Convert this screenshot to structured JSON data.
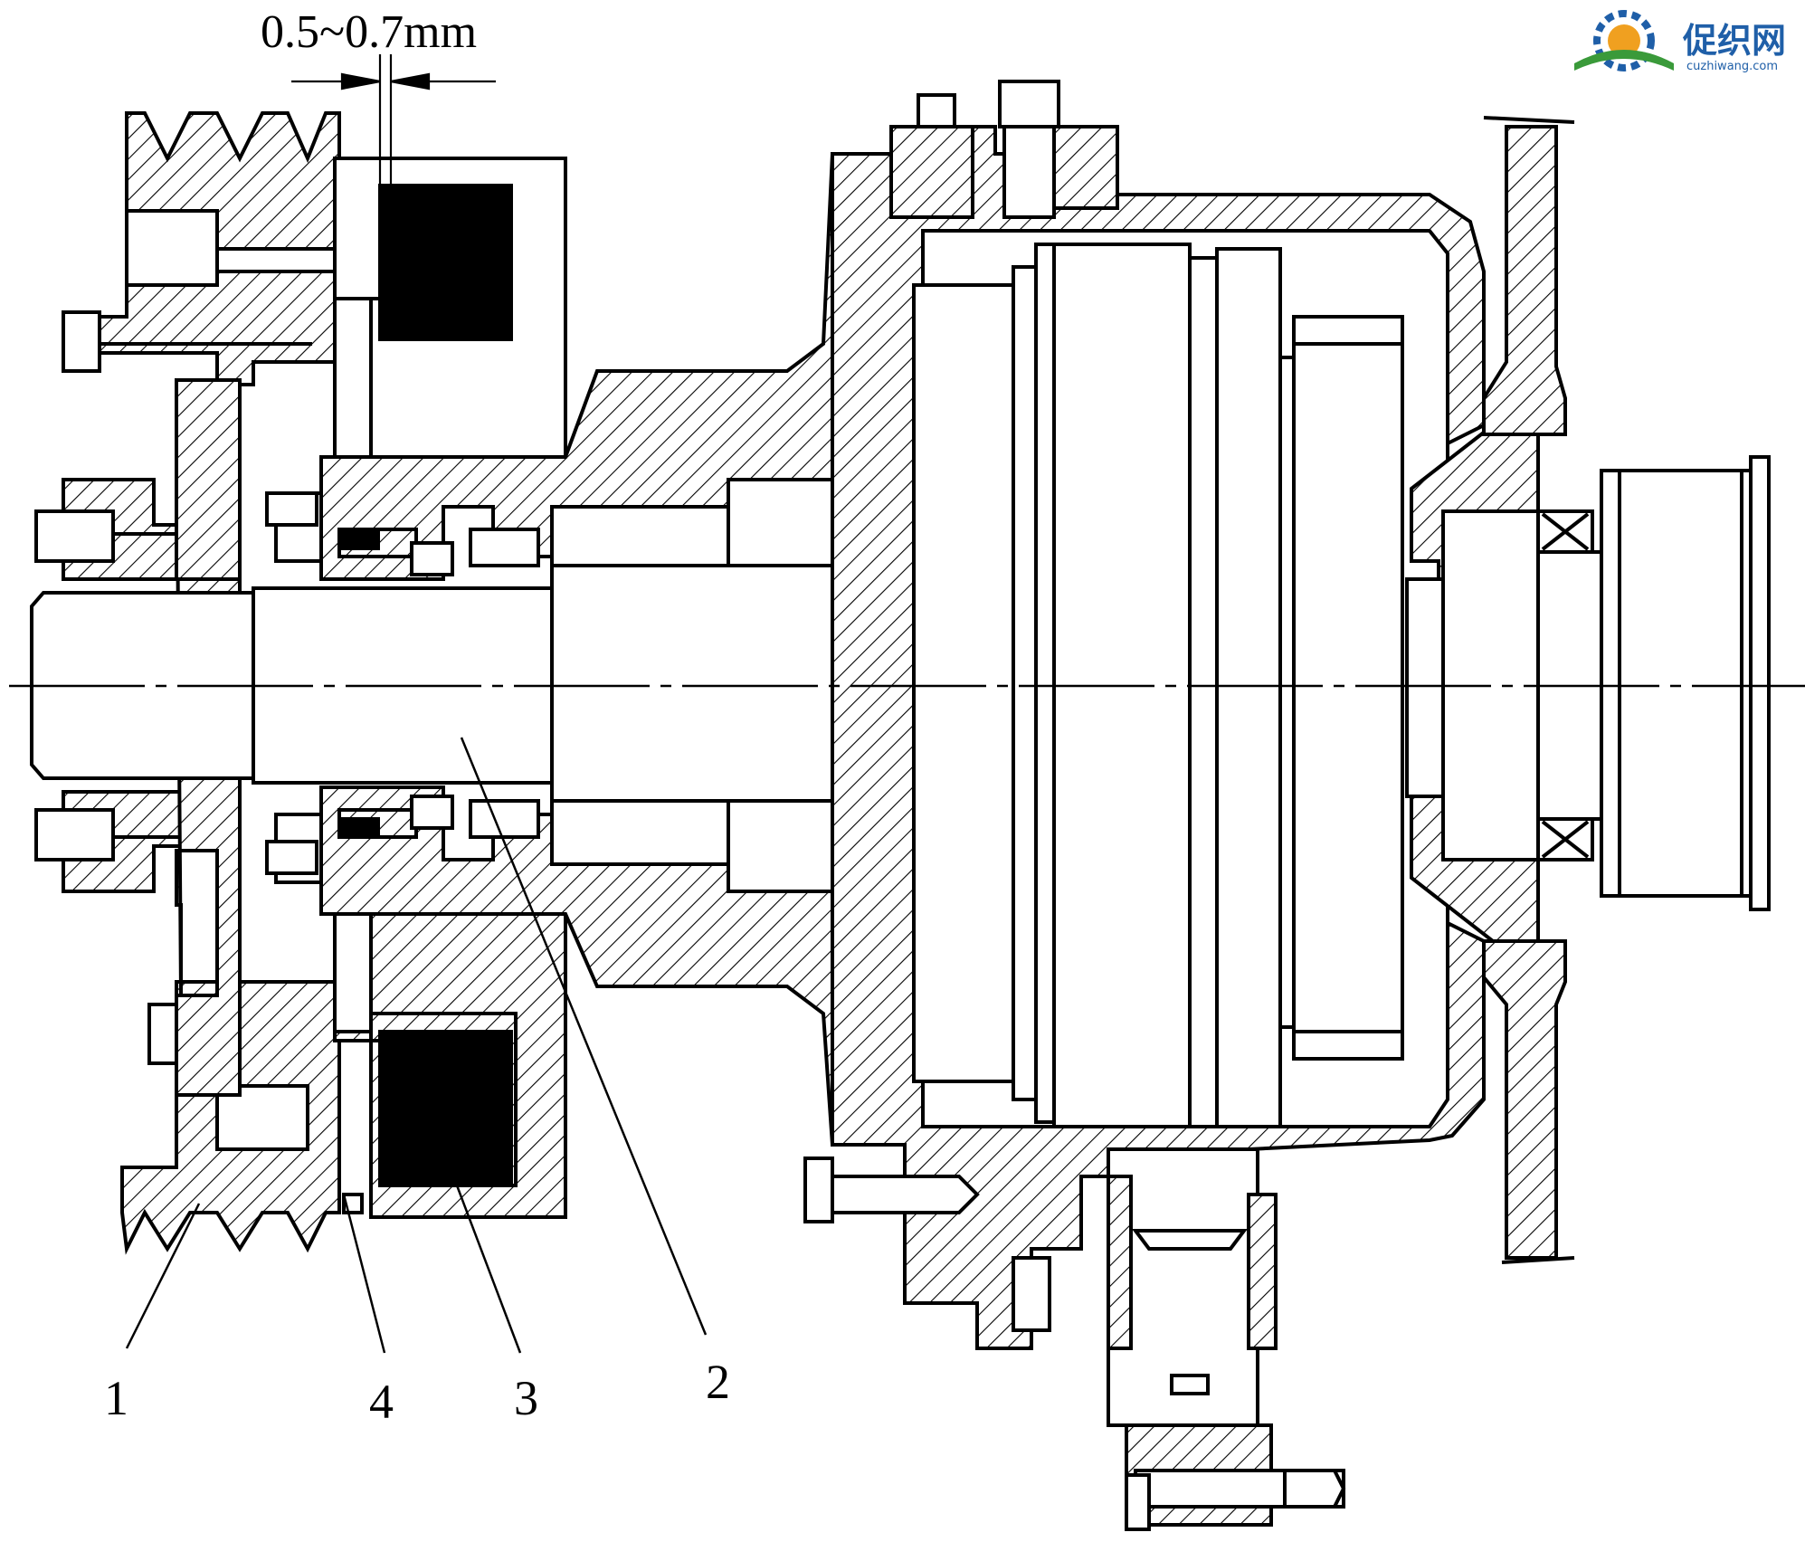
{
  "dimension": {
    "text": "0.5~0.7mm"
  },
  "callouts": [
    {
      "id": "1",
      "text": "1"
    },
    {
      "id": "4",
      "text": "4"
    },
    {
      "id": "3",
      "text": "3"
    },
    {
      "id": "2",
      "text": "2"
    }
  ],
  "watermark": {
    "cn": "促织网",
    "url": "cuzhiwang.com"
  },
  "colors": {
    "line": "#000000",
    "background": "#ffffff",
    "logo_blue": "#1f5fa8",
    "logo_orange": "#f0a020",
    "logo_green": "#3a9a3a"
  }
}
